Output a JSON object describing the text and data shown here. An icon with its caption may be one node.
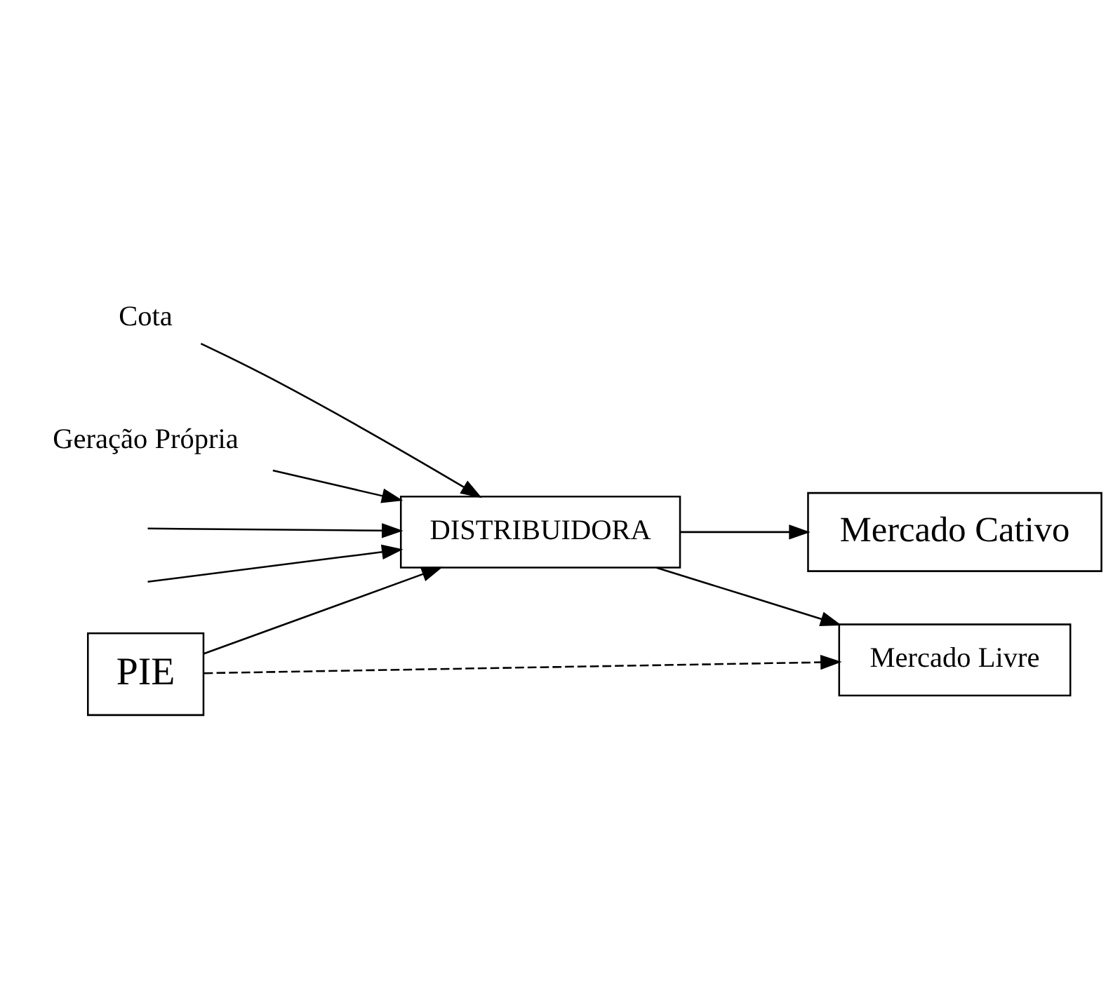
{
  "diagram": {
    "nodes": [
      {
        "text": [
          "Cota"
        ]
      },
      {
        "text": [
          "Geração Própria"
        ]
      },
      {
        "text": [
          "DISTRIBUIDORA"
        ]
      },
      {
        "text": [
          "Mercado Cativo"
        ]
      },
      {
        "text": [
          "Mercado Livre"
        ]
      },
      {
        "text": [
          "PIE"
        ]
      }
    ],
    "edges": [
      {
        "from": 0,
        "to": 2,
        "arrow": "to"
      },
      {
        "from": null,
        "to": 2,
        "arrow": "to"
      },
      {
        "from": null,
        "to": 2,
        "arrow": "to"
      },
      {
        "from": 1,
        "to": 2,
        "arrow": "to"
      },
      {
        "from": 5,
        "to": 2,
        "arrow": "to"
      },
      {
        "from": 2,
        "to": 3,
        "arrow": "to"
      },
      {
        "from": 2,
        "to": 4,
        "arrow": "to"
      },
      {
        "from": 5,
        "to": 4,
        "arrow": "to",
        "style": "dashed"
      }
    ]
  }
}
